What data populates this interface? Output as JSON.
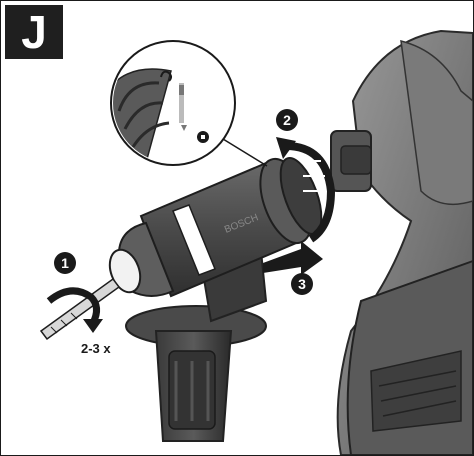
{
  "panel": {
    "letter": "J"
  },
  "steps": [
    {
      "number": "1"
    },
    {
      "number": "2"
    },
    {
      "number": "3"
    }
  ],
  "rotation_label": "2-3 x",
  "icons": {
    "unlock": "unlock-icon",
    "lock": "lock-icon"
  },
  "colors": {
    "tool_body": "#4a4a4a",
    "tool_dark": "#2e2e2e",
    "tool_light": "#8a8a8a",
    "badge": "#1f1f1f",
    "arrow": "#1a1a1a"
  }
}
